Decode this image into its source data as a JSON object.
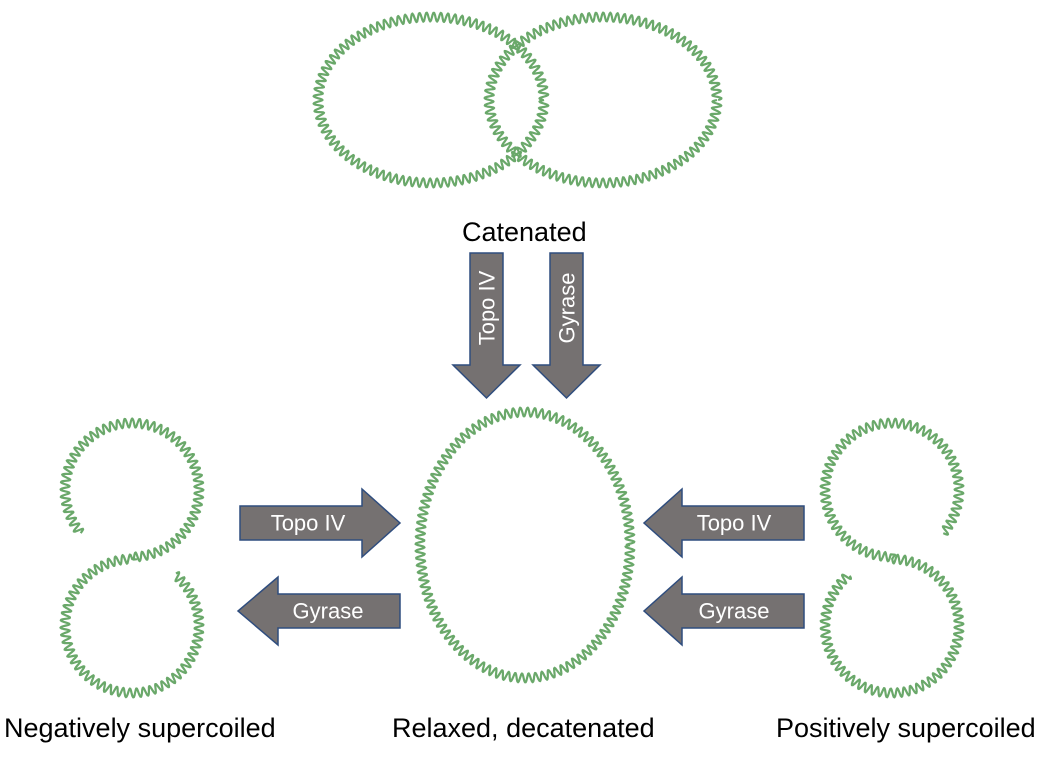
{
  "labels": {
    "catenated": "Catenated",
    "negative": "Negatively supercoiled",
    "relaxed": "Relaxed, decatenated",
    "positive": "Positively supercoiled"
  },
  "arrows": {
    "down_left": "Topo IV",
    "down_right": "Gyrase",
    "left_top": "Topo IV",
    "left_bottom": "Gyrase",
    "right_top": "Topo IV",
    "right_bottom": "Gyrase"
  },
  "colors": {
    "dna_strand": "#6aa86a",
    "dna_highlight": "#c4e3c0",
    "arrow_fill": "#757171",
    "arrow_stroke": "#2f4d7e",
    "arrow_text": "#ffffff",
    "label_text": "#000000"
  }
}
